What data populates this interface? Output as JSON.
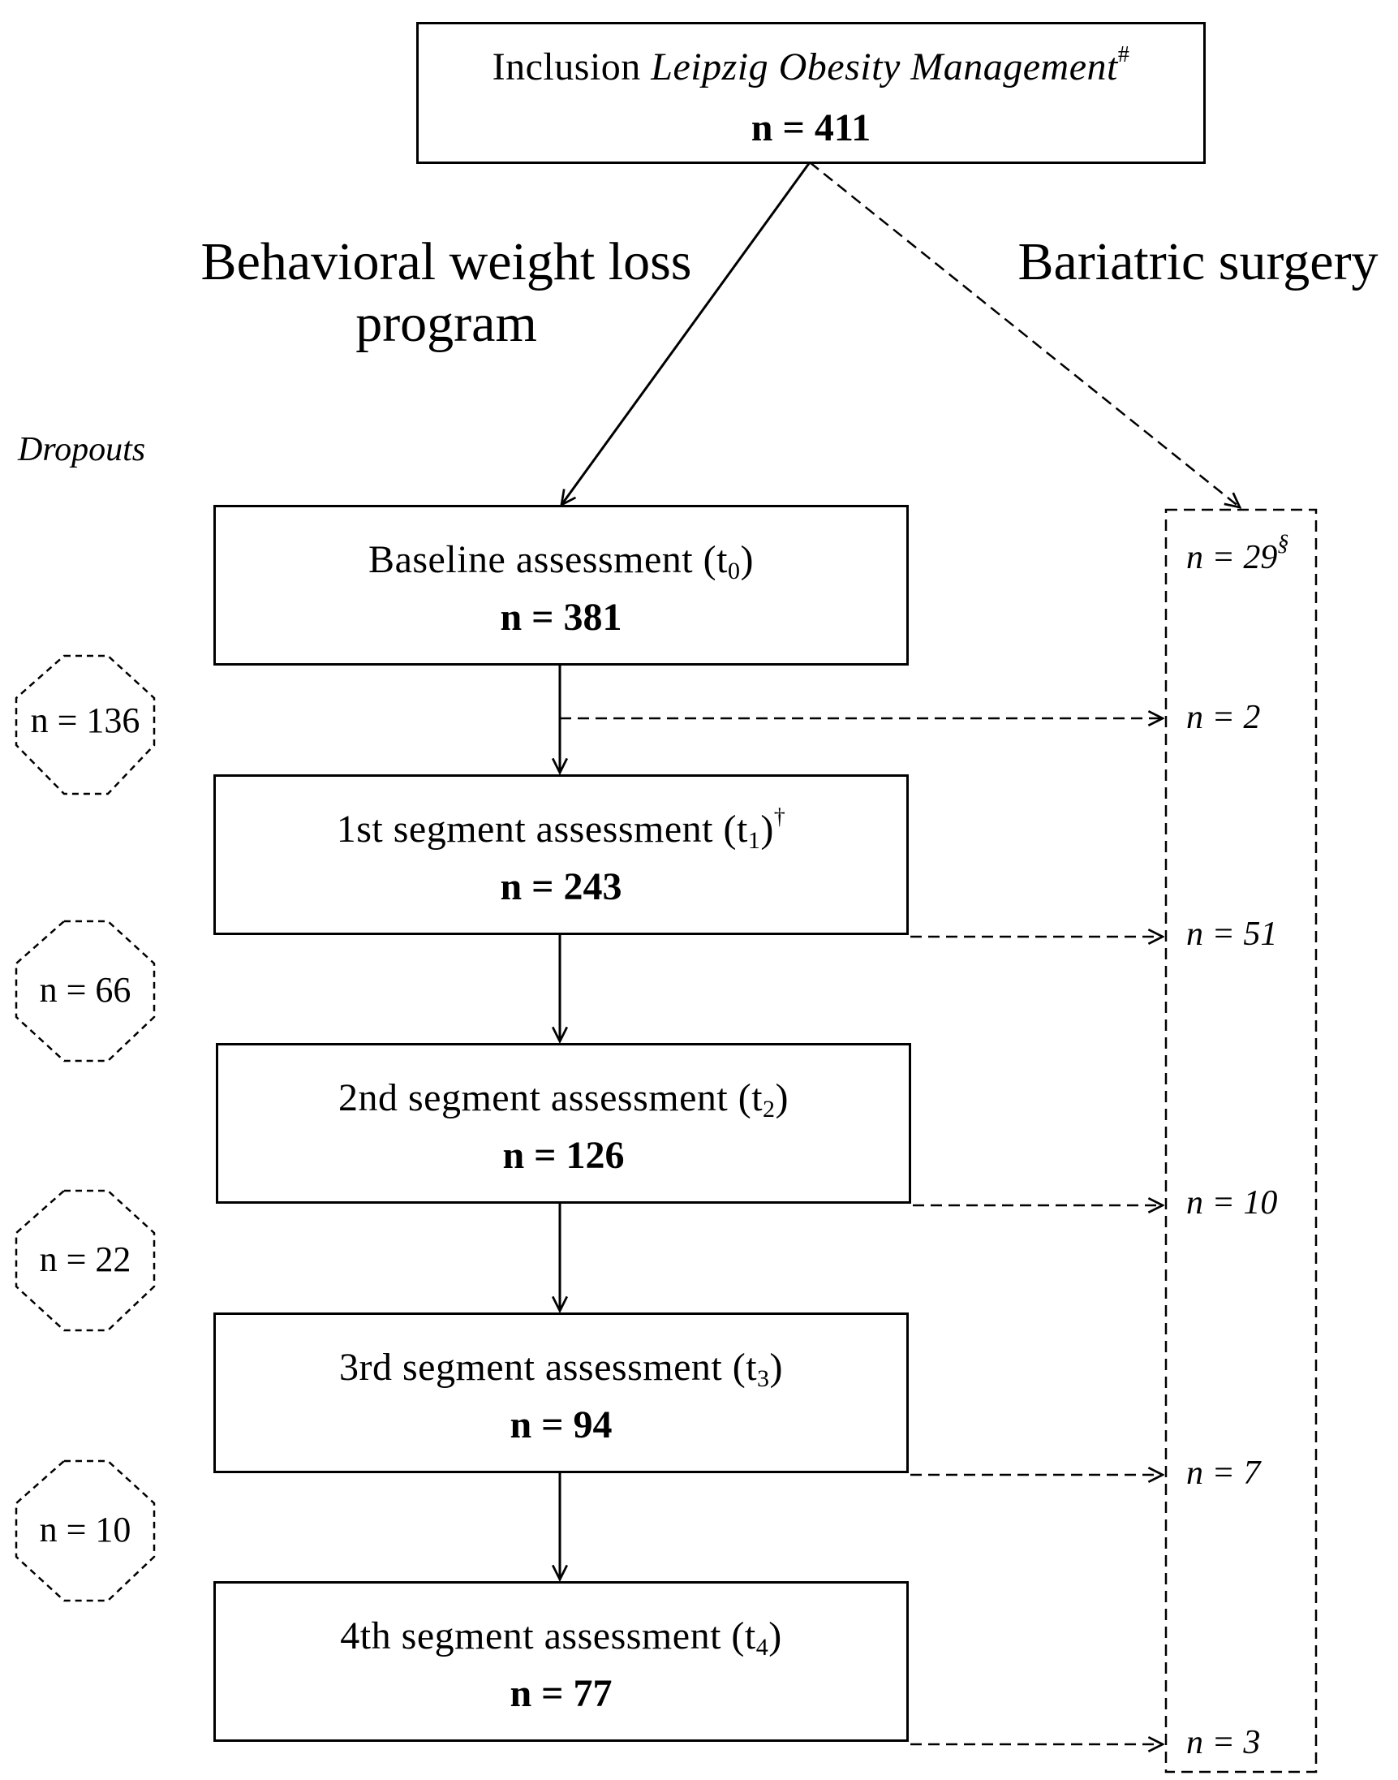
{
  "inclusion": {
    "label_prefix": "Inclusion",
    "label_italic": "Leipzig Obesity Management",
    "label_mark": "#",
    "count": "n = 411"
  },
  "branches": {
    "left_line1": "Behavioral weight loss",
    "left_line2": "program",
    "right": "Bariatric surgery"
  },
  "dropouts_label": "Dropouts",
  "assessments": [
    {
      "label": "Baseline assessment (t",
      "sub": "0",
      "close": ")",
      "mark": "",
      "count": "n = 381"
    },
    {
      "label": "1st segment assessment (t",
      "sub": "1",
      "close": ")",
      "mark": "†",
      "count": "n = 243"
    },
    {
      "label": "2nd segment assessment (t",
      "sub": "2",
      "close": ")",
      "mark": "",
      "count": "n = 126"
    },
    {
      "label": "3rd segment assessment (t",
      "sub": "3",
      "close": ")",
      "mark": "",
      "count": "n = 94"
    },
    {
      "label": "4th segment assessment (t",
      "sub": "4",
      "close": ")",
      "mark": "",
      "count": "n = 77"
    }
  ],
  "dropouts": [
    "n = 136",
    "n = 66",
    "n = 22",
    "n = 10"
  ],
  "surgery": {
    "first_count": "n = 29",
    "first_mark": "§",
    "counts": [
      "n = 2",
      "n = 51",
      "n = 10",
      "n = 7",
      "n = 3"
    ]
  }
}
